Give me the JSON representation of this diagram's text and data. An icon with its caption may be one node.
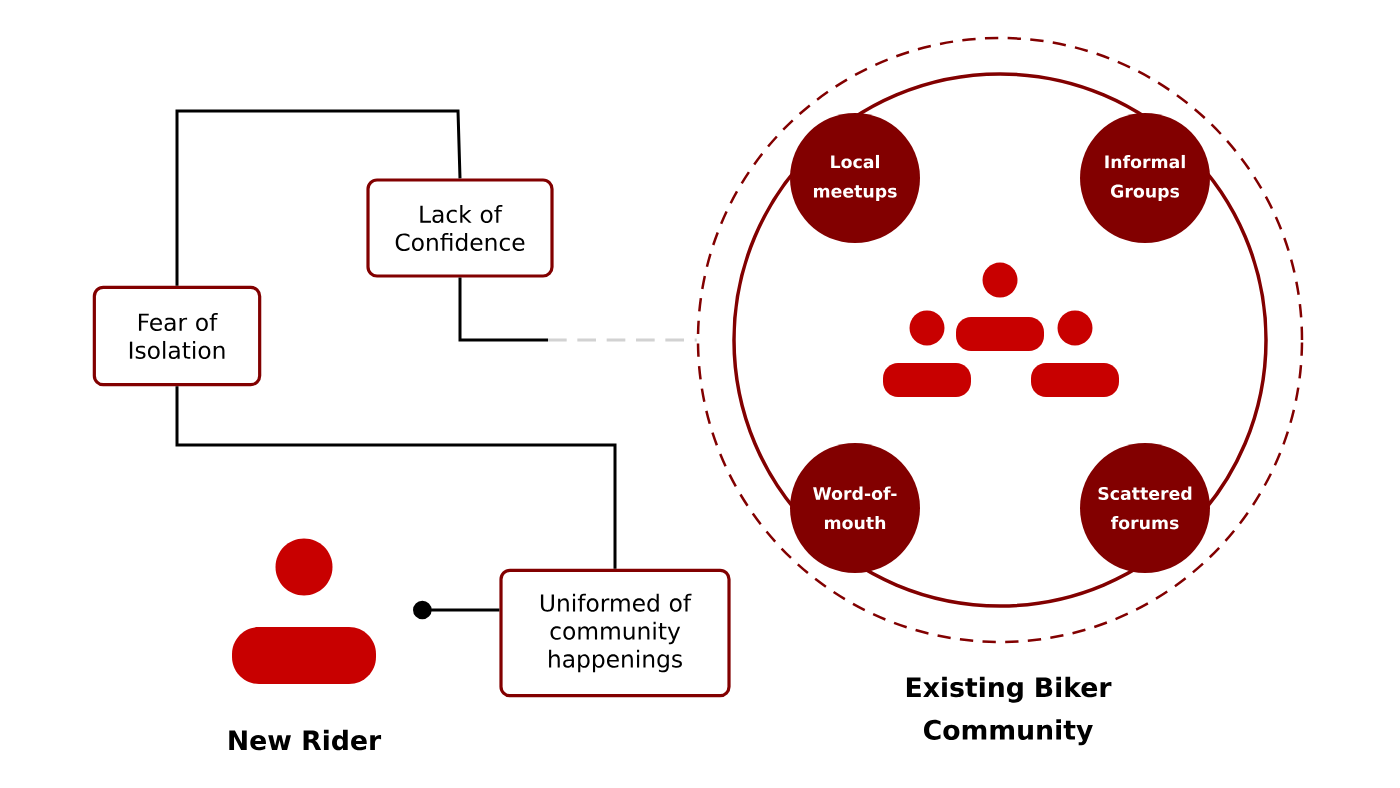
{
  "diagram": {
    "nodes": [
      {
        "text": [
          "Fear of Isolation"
        ]
      },
      {
        "text": [
          "Lack of Confidence"
        ]
      },
      {
        "text": [
          "Uniformed of community happenings"
        ]
      },
      {
        "text": [
          "New Rider"
        ]
      },
      {
        "text": [
          "Existing Biker Community"
        ]
      },
      {
        "text": [
          "Local meetups"
        ],
        "in": 4
      },
      {
        "text": [
          "Informal Groups"
        ],
        "in": 4
      },
      {
        "text": [
          "Word-of- mouth"
        ],
        "in": 4
      },
      {
        "text": [
          "Scattered forums"
        ],
        "in": 4
      }
    ],
    "edges": [
      {
        "from": 0,
        "to": 1,
        "arrow": "none"
      },
      {
        "from": 0,
        "to": 2,
        "arrow": "none"
      },
      {
        "from": 2,
        "to": 3,
        "arrow": "other"
      },
      {
        "from": 1,
        "to": 4,
        "arrow": "none"
      }
    ]
  }
}
